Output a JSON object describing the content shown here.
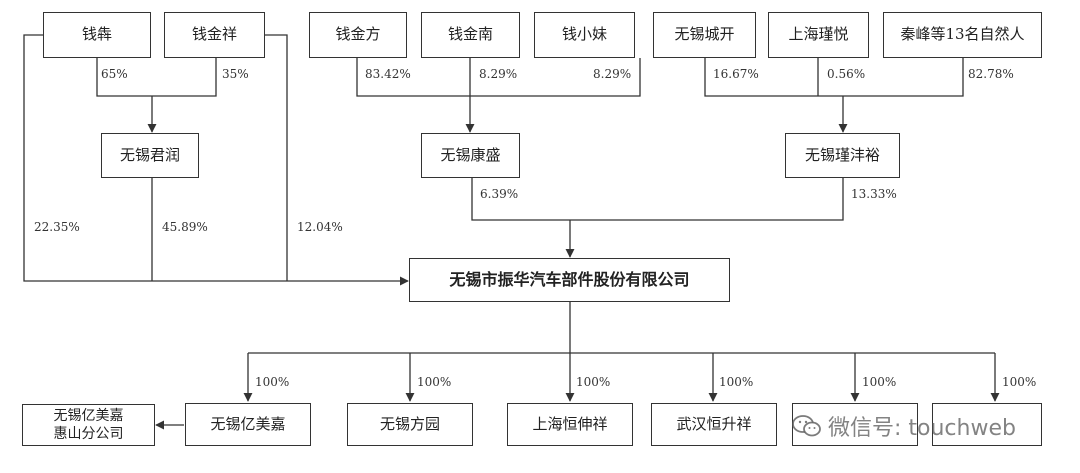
{
  "nodes": {
    "qian_xin": "钱犇",
    "qian_jinxiang": "钱金祥",
    "qian_jinfang": "钱金方",
    "qian_jinnan": "钱金南",
    "qian_xiaomei": "钱小妹",
    "wuxi_chengkai": "无锡城开",
    "shanghai_jinyue": "上海瑾悦",
    "qin_feng": "秦峰等13名自然人",
    "wuxi_junrun": "无锡君润",
    "wuxi_kangsheng": "无锡康盛",
    "wuxi_jinfengyu": "无锡瑾沣裕",
    "company": "无锡市振华汽车部件股份有限公司",
    "wuxi_yimeijia": "无锡亿美嘉",
    "wuxi_fangyuan": "无锡方园",
    "shanghai_hengshenxiang": "上海恒伸祥",
    "wuhan_hengshengxiang": "武汉恒升祥",
    "branch_line1": "无锡亿美嘉",
    "branch_line2": "惠山分公司"
  },
  "percentages": {
    "qian_xin_to_junrun": "65%",
    "qian_jinxiang_to_junrun": "35%",
    "qian_jinfang_to_kangsheng": "83.42%",
    "qian_jinnan_to_kangsheng": "8.29%",
    "qian_xiaomei_to_kangsheng": "8.29%",
    "chengkai_to_jinfengyu": "16.67%",
    "jinyue_to_jinfengyu": "0.56%",
    "qinfeng_to_jinfengyu": "82.78%",
    "qian_xin_to_company": "22.35%",
    "junrun_to_company": "45.89%",
    "qian_jinxiang_to_company": "12.04%",
    "kangsheng_to_company": "6.39%",
    "jinfengyu_to_company": "13.33%",
    "sub_yimeijia": "100%",
    "sub_fangyuan": "100%",
    "sub_hengshenxiang": "100%",
    "sub_hengshengxiang": "100%",
    "sub_5": "100%",
    "sub_6": "100%"
  },
  "watermark": {
    "text": "微信号: touchweb"
  },
  "colors": {
    "line": "#333333",
    "watermark": "#5a5a5a"
  }
}
